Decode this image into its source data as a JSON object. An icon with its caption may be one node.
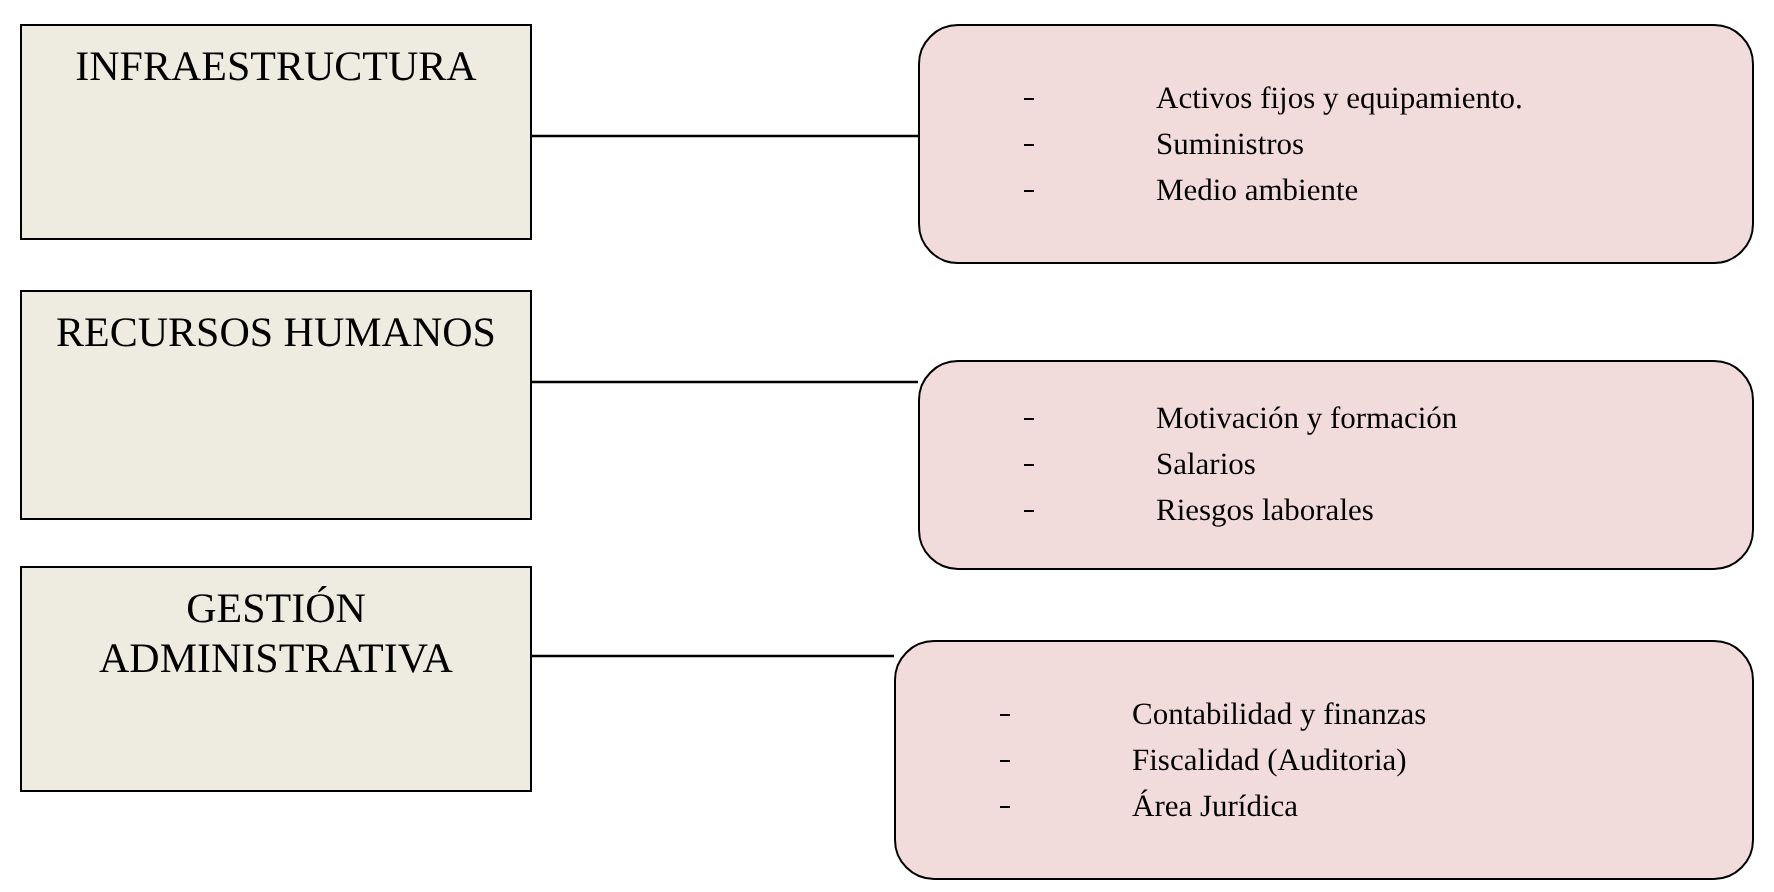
{
  "diagram": {
    "nodes": [
      {
        "text": [
          "INFRAESTRUCTURA"
        ]
      },
      {
        "text": [
          "Activos fijos y equipamiento.",
          "Suministros",
          "Medio ambiente"
        ]
      },
      {
        "text": [
          "RECURSOS HUMANOS"
        ]
      },
      {
        "text": [
          "Motivación y formación",
          "Salarios",
          "Riesgos laborales"
        ]
      },
      {
        "text": [
          "GESTIÓN ADMINISTRATIVA"
        ]
      },
      {
        "text": [
          "Contabilidad y finanzas",
          "Fiscalidad (Auditoria)",
          "Área Jurídica"
        ]
      }
    ],
    "edges": [
      {
        "from": 0,
        "to": 1,
        "arrow": "none"
      },
      {
        "from": 2,
        "to": 3,
        "arrow": "none"
      },
      {
        "from": 4,
        "to": 5,
        "arrow": "none"
      }
    ]
  }
}
